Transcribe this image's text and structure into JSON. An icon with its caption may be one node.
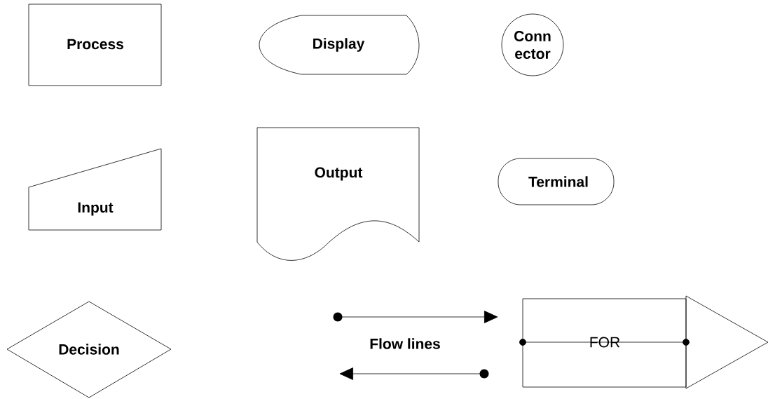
{
  "diagram": {
    "nodes": [
      {
        "text": [
          "Process"
        ]
      },
      {
        "text": [
          "Display"
        ]
      },
      {
        "text": [
          "Conn ector"
        ]
      },
      {
        "text": [
          "Input"
        ]
      },
      {
        "text": [
          "Output"
        ]
      },
      {
        "text": [
          "Terminal"
        ]
      },
      {
        "text": [
          "Decision"
        ]
      },
      {
        "text": [
          "FOR"
        ]
      }
    ],
    "labels": [
      "Flow lines"
    ]
  }
}
